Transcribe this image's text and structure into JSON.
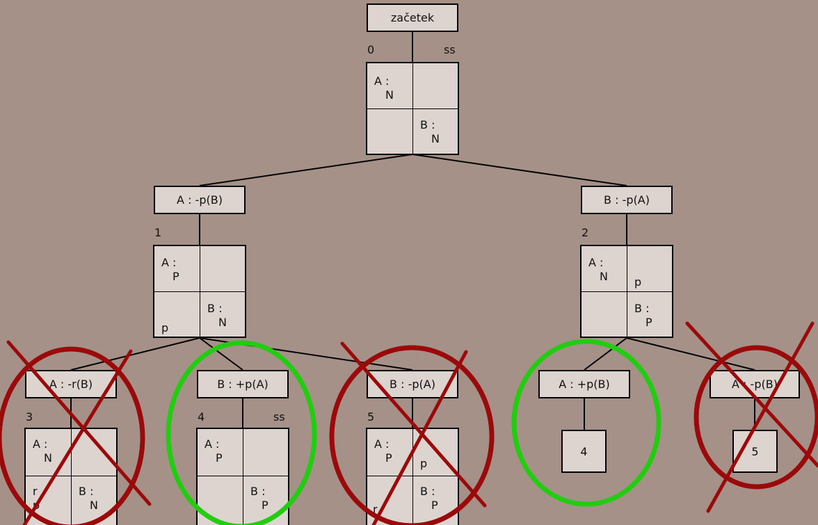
{
  "root": {
    "label": "začetek"
  },
  "nodes": {
    "n0": {
      "num": "0",
      "tag": "ss",
      "a_label": "A :",
      "a_val": "N",
      "b_label": "B :",
      "b_val": "N"
    },
    "n1": {
      "num": "1",
      "a_label": "A :",
      "a_val": "P",
      "b_label": "B :",
      "b_val": "N",
      "note_bl": "p"
    },
    "n2": {
      "num": "2",
      "a_label": "A :",
      "a_val": "N",
      "note_tr": "p",
      "b_label": "B :",
      "b_val": "P"
    },
    "n3": {
      "num": "3",
      "a_label": "A :",
      "a_val": "N",
      "b_label": "B :",
      "b_val": "N",
      "note_bl1": "r",
      "note_bl2": "p"
    },
    "n4": {
      "num": "4",
      "tag": "ss",
      "a_label": "A :",
      "a_val": "P",
      "b_label": "B :",
      "b_val": "P"
    },
    "n5": {
      "num": "5",
      "a_label": "A :",
      "a_val": "P",
      "note_tr": "p",
      "b_label": "B :",
      "b_val": "P",
      "note_bl": "r"
    }
  },
  "actions": {
    "a1": "A : -p(B)",
    "a2": "B : -p(A)",
    "a3": "A : -r(B)",
    "a4": "B : +p(A)",
    "a5": "B : -p(A)",
    "a6": "A : +p(B)",
    "a7": "A : -p(B)"
  },
  "refs": {
    "r4": "4",
    "r5": "5"
  },
  "colors": {
    "background": "#a69189",
    "box": "#ddd3cf",
    "reject": "#9b0a0a",
    "accept": "#22cc11"
  }
}
